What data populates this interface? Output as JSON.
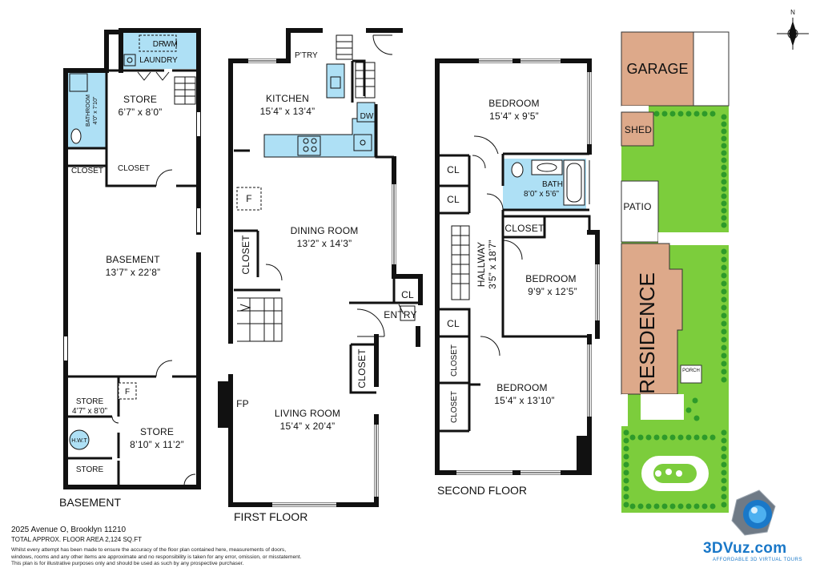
{
  "floors": {
    "basement": "BASEMENT",
    "first": "FIRST FLOOR",
    "second": "SECOND FLOOR"
  },
  "rooms": {
    "laundry": "LAUNDRY",
    "dr": "DR",
    "wm": "WM",
    "store1": "STORE",
    "store1_dim": "6’7” x 8’0”",
    "bathroom": "BATHROOM",
    "bathroom_dim": "4’0” x 7’10”",
    "closet": "CLOSET",
    "basement_room": "BASEMENT",
    "basement_dim": "13’7” x 22’8”",
    "store2": "STORE",
    "store2_dim": "4’7” x 8’0”",
    "store3": "STORE",
    "store3_dim": "8’10” x 11’2”",
    "store4": "STORE",
    "hwt": "H.W.T",
    "f": "F",
    "ptry": "P’TRY",
    "kitchen": "KITCHEN",
    "kitchen_dim": "15’4” x 13’4”",
    "dw": "DW",
    "dining": "DINING ROOM",
    "dining_dim": "13’2” x 14’3”",
    "cl": "CL",
    "entry": "ENTRY",
    "living": "LIVING ROOM",
    "living_dim": "15’4” x 20’4”",
    "fp": "FP",
    "bedroom": "BEDROOM",
    "bed1_dim": "15’4” x 9’5”",
    "bath": "BATH",
    "bath_dim": "8’0” x 5’6”",
    "hallway": "HALLWAY",
    "hallway_dim": "3’5” x 18’7”",
    "bed2_dim": "9’9” x 12’5”",
    "bed3_dim": "15’4” x 13’10”"
  },
  "site": {
    "garage": "GARAGE",
    "shed": "SHED",
    "patio": "PATIO",
    "residence": "RESIDENCE",
    "porch": "PORCH",
    "north": "N"
  },
  "footer": {
    "address": "2025 Avenue O, Brooklyn 11210",
    "area": "TOTAL APPROX. FLOOR AREA 2,124 SQ.FT",
    "disclaimer1": "Whilst every attempt has been made to ensure the accuracy of the floor plan contained here, measurements of doors,",
    "disclaimer2": "windows, rooms and any other items are approximate and no responsibility is taken for any error, omission, or misstatement.",
    "disclaimer3": "This plan is for illustrative purposes only and should be used as such by any prospective purchaser."
  },
  "brand": {
    "name": "3DVuz.com",
    "tagline": "AFFORDABLE 3D VIRTUAL TOURS"
  },
  "colors": {
    "wall": "#111111",
    "wet_area": "#aee0f5",
    "building": "#dda98a",
    "lawn": "#7ccd3c",
    "tree": "#2e9a2a",
    "brand": "#1a78c8"
  }
}
